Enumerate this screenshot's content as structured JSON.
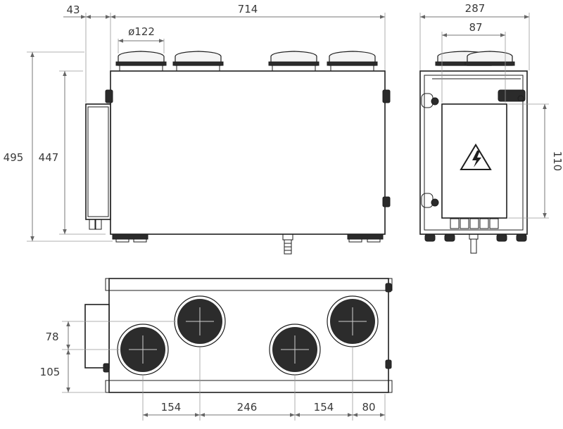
{
  "dimensions": {
    "overall_width": "714",
    "side_offset": "43",
    "spigot_diameter": "ø122",
    "overall_height": "495",
    "body_height": "447",
    "side_depth": "287",
    "side_offset_87": "87",
    "side_height_110": "110",
    "bottom_78": "78",
    "bottom_105": "105",
    "spacing_154_a": "154",
    "spacing_246": "246",
    "spacing_154_b": "154",
    "spacing_80": "80"
  },
  "icons": {
    "warning": "high-voltage-warning-icon"
  }
}
